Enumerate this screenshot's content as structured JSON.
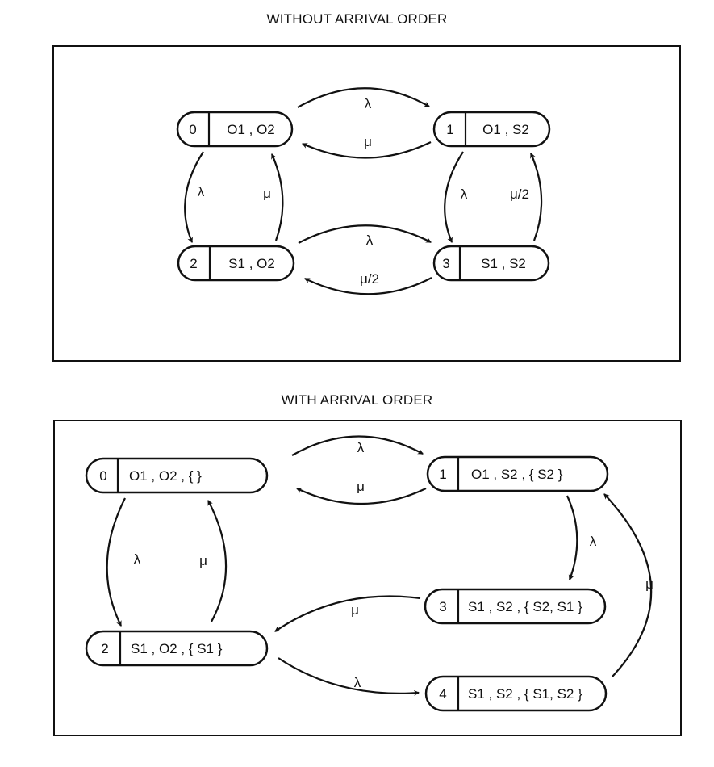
{
  "top": {
    "title": "WITHOUT ARRIVAL ORDER",
    "states": [
      {
        "id": "0",
        "label": "O1 , O2"
      },
      {
        "id": "1",
        "label": "O1 , S2"
      },
      {
        "id": "2",
        "label": "S1 , O2"
      },
      {
        "id": "3",
        "label": "S1 , S2"
      }
    ],
    "transitions": [
      {
        "from": "0",
        "to": "1",
        "rate": "λ"
      },
      {
        "from": "1",
        "to": "0",
        "rate": "μ"
      },
      {
        "from": "0",
        "to": "2",
        "rate": "λ"
      },
      {
        "from": "2",
        "to": "0",
        "rate": "μ"
      },
      {
        "from": "1",
        "to": "3",
        "rate": "λ"
      },
      {
        "from": "3",
        "to": "1",
        "rate": "μ/2"
      },
      {
        "from": "2",
        "to": "3",
        "rate": "λ"
      },
      {
        "from": "3",
        "to": "2",
        "rate": "μ/2"
      }
    ]
  },
  "bottom": {
    "title": "WITH ARRIVAL ORDER",
    "states": [
      {
        "id": "0",
        "label": "O1 , O2 , { }"
      },
      {
        "id": "1",
        "label": "O1 , S2 , { S2 }"
      },
      {
        "id": "2",
        "label": "S1 , O2 , { S1 }"
      },
      {
        "id": "3",
        "label": "S1 , S2 , { S2, S1 }"
      },
      {
        "id": "4",
        "label": "S1 , S2 , { S1, S2 }"
      }
    ],
    "transitions": [
      {
        "from": "0",
        "to": "1",
        "rate": "λ"
      },
      {
        "from": "1",
        "to": "0",
        "rate": "μ"
      },
      {
        "from": "0",
        "to": "2",
        "rate": "λ"
      },
      {
        "from": "2",
        "to": "0",
        "rate": "μ"
      },
      {
        "from": "1",
        "to": "3",
        "rate": "λ"
      },
      {
        "from": "3",
        "to": "2",
        "rate": "μ"
      },
      {
        "from": "2",
        "to": "4",
        "rate": "λ"
      },
      {
        "from": "4",
        "to": "1",
        "rate": "μ"
      }
    ]
  }
}
